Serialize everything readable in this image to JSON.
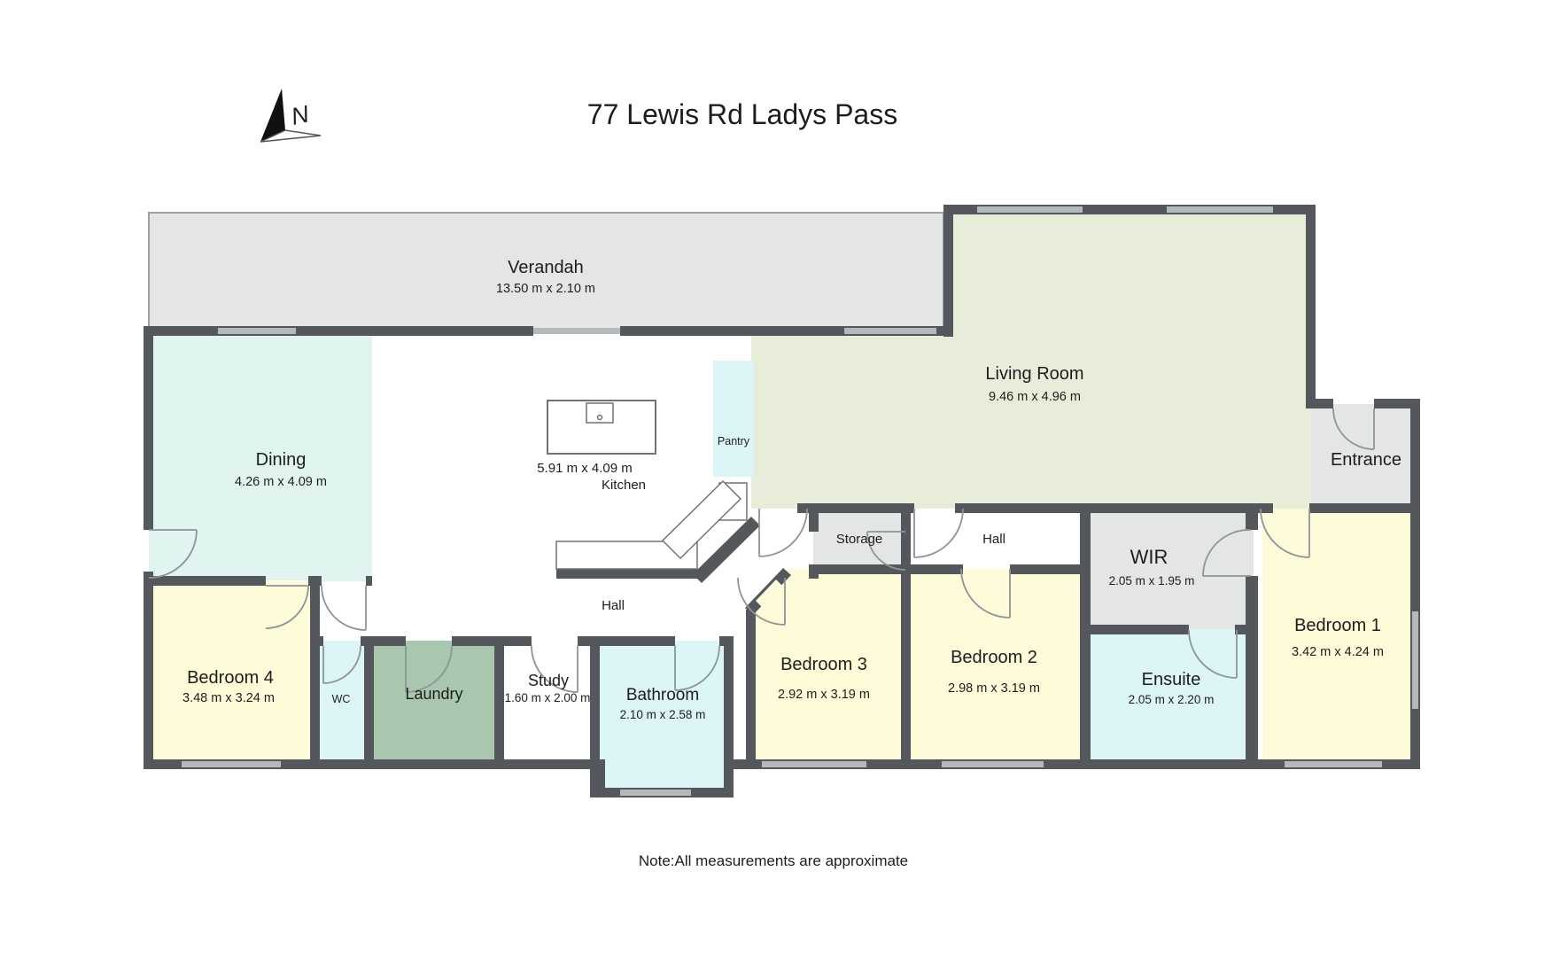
{
  "title": "77 Lewis Rd Ladys Pass",
  "note": "Note:All measurements are approximate",
  "north": "N",
  "rooms": {
    "verandah": {
      "label": "Verandah",
      "dims": "13.50 m x 2.10 m"
    },
    "living": {
      "label": "Living Room",
      "dims": "9.46 m x 4.96 m"
    },
    "dining": {
      "label": "Dining",
      "dims": "4.26 m x 4.09 m"
    },
    "kitchen": {
      "label": "Kitchen",
      "dims": "5.91 m x 4.09 m"
    },
    "pantry": {
      "label": "Pantry"
    },
    "entrance": {
      "label": "Entrance"
    },
    "storage": {
      "label": "Storage"
    },
    "hall_upper": {
      "label": "Hall"
    },
    "hall_lower": {
      "label": "Hall"
    },
    "wir": {
      "label": "WIR",
      "dims": "2.05 m x 1.95 m"
    },
    "bedroom1": {
      "label": "Bedroom 1",
      "dims": "3.42 m x 4.24 m"
    },
    "bedroom2": {
      "label": "Bedroom 2",
      "dims": "2.98 m x 3.19 m"
    },
    "bedroom3": {
      "label": "Bedroom 3",
      "dims": "2.92 m x 3.19 m"
    },
    "bedroom4": {
      "label": "Bedroom 4",
      "dims": "3.48 m x 3.24 m"
    },
    "ensuite": {
      "label": "Ensuite",
      "dims": "2.05 m x 2.20 m"
    },
    "bathroom": {
      "label": "Bathroom",
      "dims": "2.10 m x 2.58 m"
    },
    "study": {
      "label": "Study",
      "dims": "1.60 m x 2.00 m"
    },
    "laundry": {
      "label": "Laundry"
    },
    "wc": {
      "label": "WC"
    }
  },
  "colors": {
    "wall": "#54585c",
    "window": "#b4b9bc",
    "arc": "#8f9498",
    "grey_floor": "#e4e5e5",
    "living_floor": "#e8edda",
    "dining_floor": "#e0f5ef",
    "wet_floor": "#dcf5f6",
    "bed_floor": "#fdfbd8",
    "laundry_floor": "#a9c7ae",
    "verandah_border": "#9f9f9f",
    "fixture": "#6e7377",
    "text": "#1d1d1d"
  }
}
